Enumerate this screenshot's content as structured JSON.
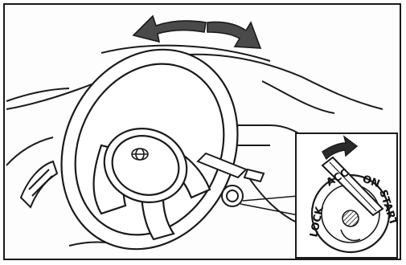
{
  "figure": {
    "ignition_positions": {
      "lock": "LOCK",
      "acc": "ACC",
      "on": "ON",
      "start": "START"
    },
    "colors": {
      "ink": "#1a1a1a",
      "arrow_fill": "#4a4a4a",
      "paper": "#fdfdfd"
    },
    "icons": [
      "steering-wheel",
      "rotation-arrow-left",
      "rotation-arrow-right",
      "ignition-switch",
      "ignition-key",
      "turn-arrow"
    ]
  }
}
